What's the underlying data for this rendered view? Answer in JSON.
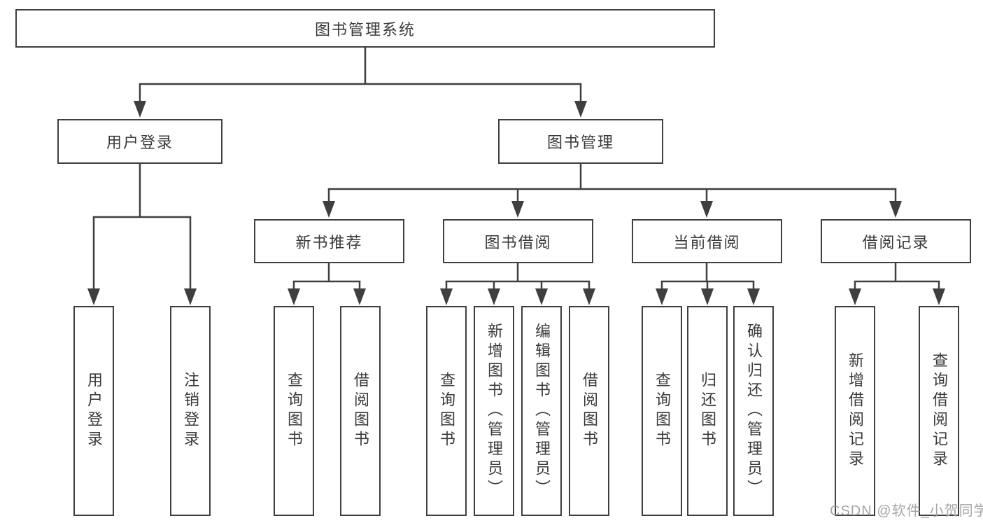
{
  "colors": {
    "line": "#3f3f3f",
    "box_border": "#3f3f3f",
    "box_fill": "#ffffff",
    "text": "#3a3a3a",
    "background": "#ffffff",
    "watermark": "#9e9e9e"
  },
  "watermark": {
    "text": "CSDN @软件_小贺同学"
  },
  "tree": {
    "label": "图书管理系统",
    "children": [
      {
        "label": "用户登录",
        "children": [
          {
            "label": "用户登录"
          },
          {
            "label": "注销登录"
          }
        ]
      },
      {
        "label": "图书管理",
        "children": [
          {
            "label": "新书推荐",
            "children": [
              {
                "label": "查询图书"
              },
              {
                "label": "借阅图书"
              }
            ]
          },
          {
            "label": "图书借阅",
            "children": [
              {
                "label": "查询图书"
              },
              {
                "label": "新增图书（管理员）"
              },
              {
                "label": "编辑图书（管理员）"
              },
              {
                "label": "借阅图书"
              }
            ]
          },
          {
            "label": "当前借阅",
            "children": [
              {
                "label": "查询图书"
              },
              {
                "label": "归还图书"
              },
              {
                "label": "确认归还（管理员）"
              }
            ]
          },
          {
            "label": "借阅记录",
            "children": [
              {
                "label": "新增借阅记录"
              },
              {
                "label": "查询借阅记录"
              }
            ]
          }
        ]
      }
    ]
  }
}
